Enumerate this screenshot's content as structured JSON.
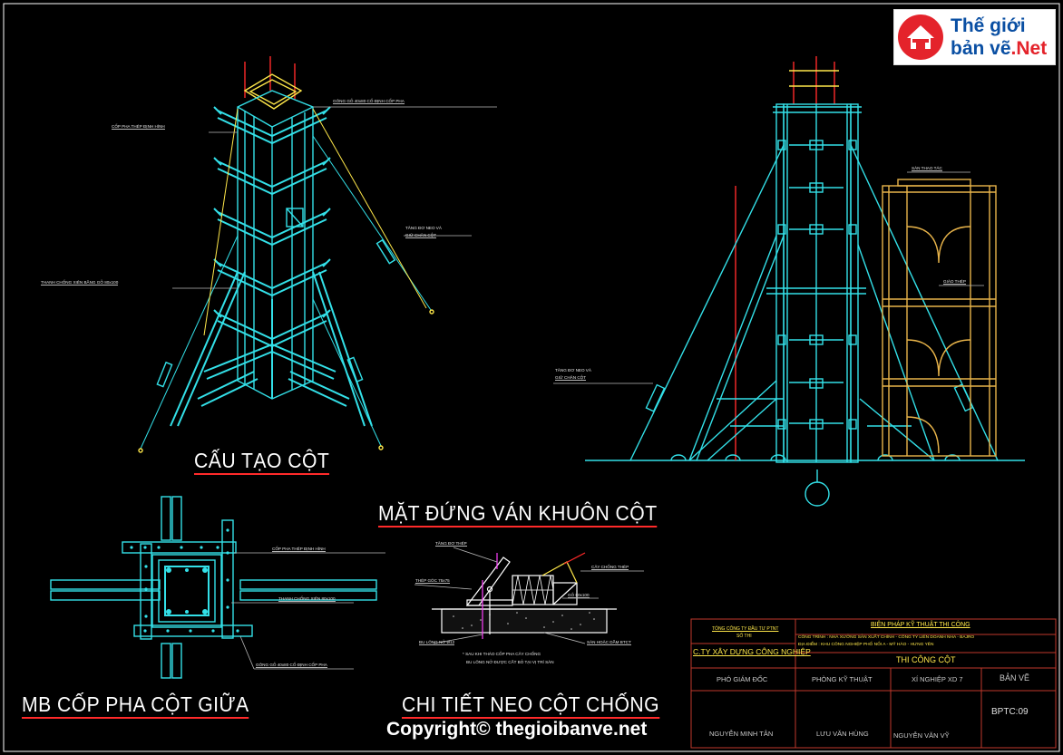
{
  "titles": {
    "column_structure": "CẤU TẠO CỘT",
    "formwork_elevation": "MẶT ĐỨNG VÁN KHUÔN CỘT",
    "middle_column_plan": "MB CỐP PHA CỘT GIỮA",
    "brace_anchor_detail": "CHI TIẾT NEO CỘT CHỐNG"
  },
  "labels": {
    "iso_top_collar": "GÔNG GỖ 40x80 CỐ ĐỊNH CỐP PHA",
    "iso_steel_formwork": "CỐP PHA THÉP ĐỊNH HÌNH",
    "iso_wood_brace": "THANH CHỐNG XIÊN BẰNG GỖ 80x100",
    "iso_turnbuckle": "TĂNG ĐƠ NEO VÀ",
    "iso_turnbuckle_2": "GIỮ CHÂN CỘT",
    "elev_platform": "SÀN THAO TÁC",
    "elev_scaffold": "GIÀO THÉP",
    "elev_turnbuckle": "TĂNG ĐƠ NEO VÀ",
    "elev_turnbuckle_2": "GIỮ CHÂN CỘT",
    "plan_steel_formwork": "CỐP PHA THÉP ĐỊNH HÌNH",
    "plan_brace": "THANH CHỐNG XIÊN 80x100",
    "plan_collar": "GÔNG GỖ 40x80 CỐ ĐỊNH CỐP PHA",
    "det_turnbuckle": "TĂNG ĐƠ THÉP",
    "det_angle": "THÉP GÓC 75x75",
    "det_steel_brace": "CÂY CHỐNG THÉP",
    "det_wood": "GỖ 80x100",
    "det_anchor_bolt": "BU LÔNG NỞ Ø12",
    "det_slab": "SÀN HOẶC DẦM BTCT",
    "det_note_1": "* SAU KHI THÁO CỐP PHA CÂY CHỐNG",
    "det_note_2": "BU LÔNG NỞ ĐƯỢC CẮT BỎ TẠI VỊ TRÍ SÀN"
  },
  "title_block": {
    "owner": "TỔNG CÔNG TY ĐẦU TƯ PTNT",
    "owner_sub": "SỐ THI",
    "company": "C.TY XÂY DỰNG CÔNG NGHIỆP",
    "method_title": "BIỆN PHÁP KỸ THUẬT THI CÔNG",
    "project": "CÔNG TRÌNH :   NHÀ XƯỞNG SẢN XUẤT  CHÍNH - CÔNG TY  LIÊN DOANH NHA - BAJRO",
    "location": "ĐỊA ĐIỂM :   KHU CÔNG NGHIỆP PHỐ NỐI A - MỸ HÀO - HƯNG YÊN",
    "drawing_name": "THI CÔNG CỘT",
    "role_1": "PHÓ GIÁM ĐỐC",
    "role_2": "PHÒNG KỸ THUẬT",
    "role_3": "XÍ NGHIỆP XD 7",
    "role_4": "BẢN VẼ",
    "name_1": "NGUYỄN MINH TÂN",
    "name_2": "LƯU VĂN HÙNG",
    "name_3": "NGUYỄN VĂN VỸ",
    "sheet_no": "BPTC:09"
  },
  "logo": {
    "line1": "Thế giới",
    "line2": "bản vẽ",
    "line2_suffix": ".Net"
  },
  "copyright": "Copyright© thegioibanve.net",
  "colors": {
    "background": "#000000",
    "steel_cyan": "#33e0e8",
    "yellow": "#ffe84a",
    "red": "#ff2a2a",
    "scaffold_orange": "#e8b44a",
    "magenta": "#ff40ff",
    "title_block_red": "#c0392b",
    "label_white": "#e8e8e8"
  }
}
